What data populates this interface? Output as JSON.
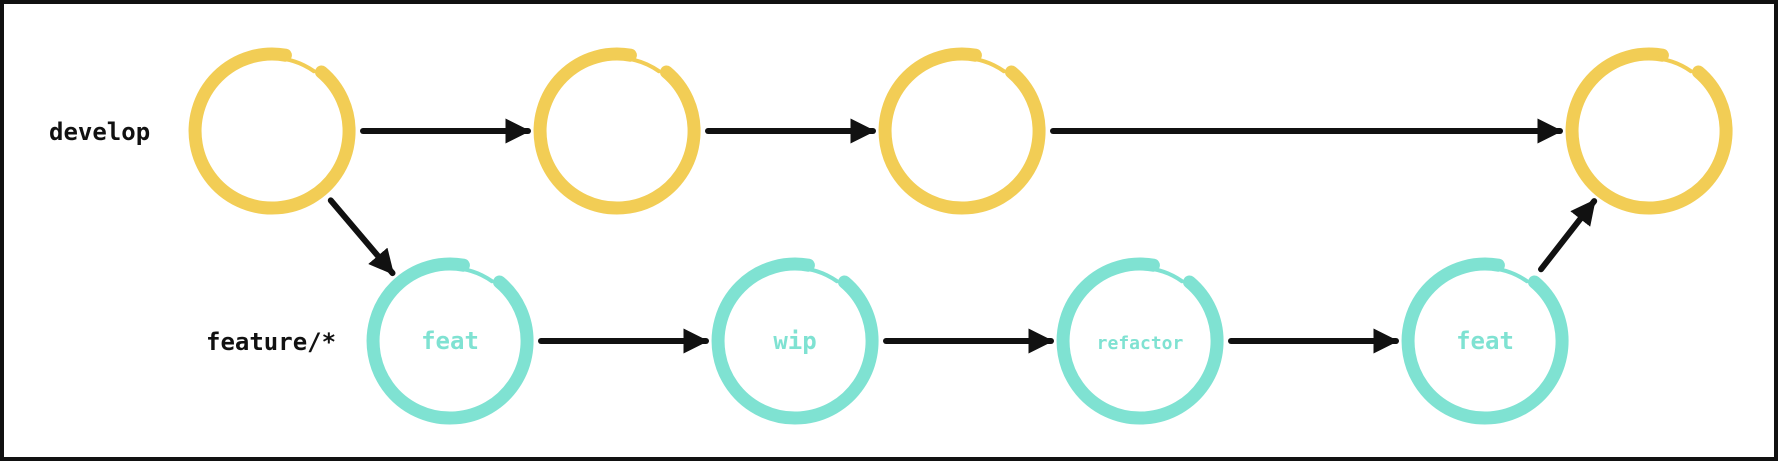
{
  "branches": {
    "develop": {
      "label": "develop",
      "color": "#f2cd55",
      "commits": [
        "",
        "",
        "",
        ""
      ]
    },
    "feature": {
      "label": "feature/*",
      "color": "#7fe2d2",
      "commits": [
        "feat",
        "wip",
        "refactor",
        "feat"
      ]
    }
  },
  "arrow_color": "#111111",
  "edges": [
    {
      "from": "develop.0",
      "to": "develop.1"
    },
    {
      "from": "develop.1",
      "to": "develop.2"
    },
    {
      "from": "develop.2",
      "to": "develop.3"
    },
    {
      "from": "develop.0",
      "to": "feature.0"
    },
    {
      "from": "feature.0",
      "to": "feature.1"
    },
    {
      "from": "feature.1",
      "to": "feature.2"
    },
    {
      "from": "feature.2",
      "to": "feature.3"
    },
    {
      "from": "feature.3",
      "to": "develop.3"
    }
  ]
}
